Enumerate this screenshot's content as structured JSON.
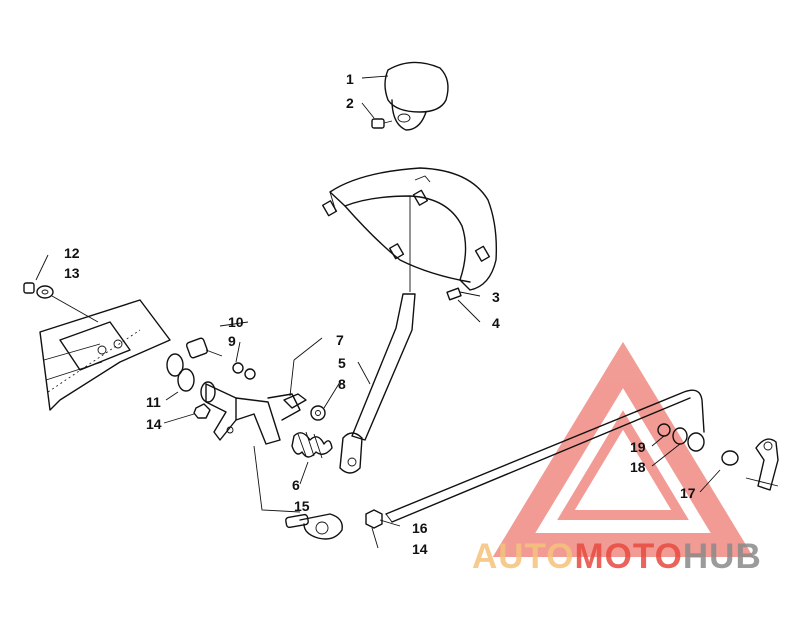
{
  "callouts": {
    "c1": "1",
    "c2": "2",
    "c3": "3",
    "c4": "4",
    "c5": "5",
    "c6": "6",
    "c7": "7",
    "c8": "8",
    "c9": "9",
    "c10": "10",
    "c11": "11",
    "c12": "12",
    "c13": "13",
    "c14a": "14",
    "c14b": "14",
    "c15": "15",
    "c16": "16",
    "c17": "17",
    "c18": "18",
    "c19": "19"
  },
  "watermark": {
    "part1": "AUTO",
    "part2": "MOTO",
    "part3": "HUB",
    "color1": "#f5c27a",
    "color2": "#e84a3f",
    "color3": "#8a8a8a"
  }
}
